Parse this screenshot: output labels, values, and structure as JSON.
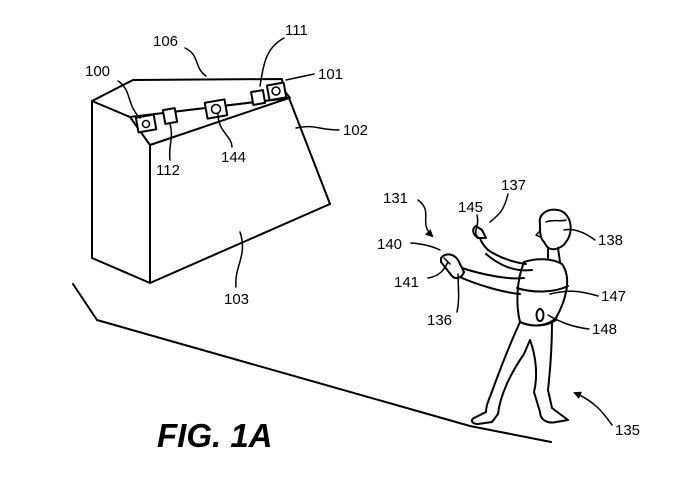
{
  "figure_label": "FIG. 1A",
  "refs": {
    "r100": "100",
    "r106": "106",
    "r111": "111",
    "r101": "101",
    "r102": "102",
    "r112": "112",
    "r144": "144",
    "r103": "103",
    "r131": "131",
    "r145": "145",
    "r137": "137",
    "r138": "138",
    "r140": "140",
    "r141": "141",
    "r136": "136",
    "r147": "147",
    "r148": "148",
    "r135": "135"
  }
}
